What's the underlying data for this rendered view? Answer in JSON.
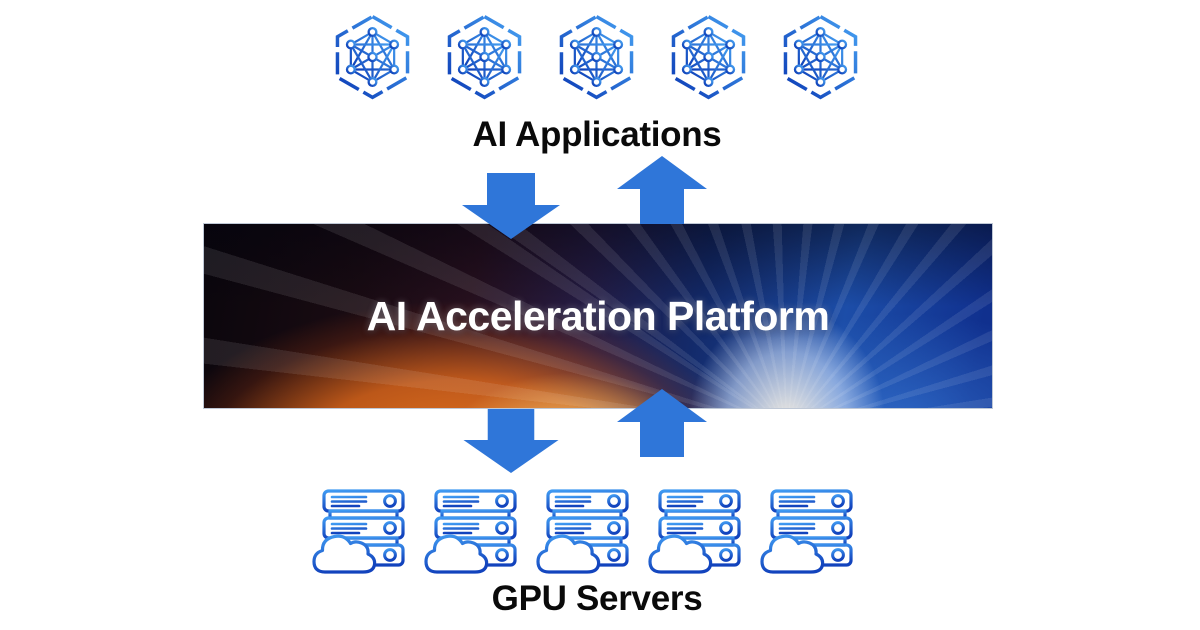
{
  "top_section": {
    "label": "AI Applications",
    "icon": "ai-network-hexagon-icon",
    "icon_count": 5
  },
  "platform_banner": {
    "title": "AI Acceleration Platform",
    "title_color": "#ffffff"
  },
  "bottom_section": {
    "label": "GPU Servers",
    "icon": "gpu-server-cloud-icon",
    "icon_count": 5
  },
  "flow_arrows": {
    "color": "#2f76d9",
    "top_pair": [
      "down",
      "up"
    ],
    "bottom_pair": [
      "down",
      "up"
    ]
  },
  "palette": {
    "background": "#ffffff",
    "icon_gradient_start": "#47a2f3",
    "icon_gradient_end": "#0b3ab5",
    "label_color": "#0a0a0a"
  }
}
